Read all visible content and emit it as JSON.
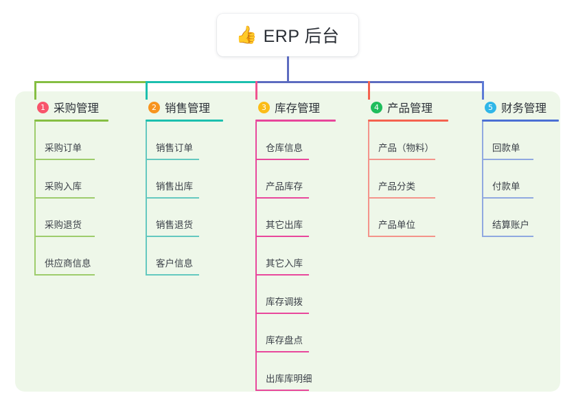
{
  "diagram": {
    "type": "mindmap",
    "background_color": "#ffffff",
    "panel_color": "#eef7e9"
  },
  "root": {
    "emoji": "👍",
    "emoji_name": "thumbs-up-emoji",
    "title": "ERP 后台",
    "connector_color": "#5c6bc0"
  },
  "bus": {
    "segments": [
      {
        "color": "#85be42"
      },
      {
        "color": "#1bbfae"
      },
      {
        "color": "#5c6bc0"
      },
      {
        "color": "#5c6bc0"
      },
      {
        "color": "#5c6bc0"
      }
    ]
  },
  "branches": [
    {
      "index": "1",
      "title": "采购管理",
      "badge_color": "#f8546b",
      "accent_color": "#85be42",
      "leaf_color": "#9dcc6b",
      "drop_color": "#85be42",
      "items": [
        {
          "label": "采购订单"
        },
        {
          "label": "采购入库"
        },
        {
          "label": "采购退货"
        },
        {
          "label": "供应商信息"
        }
      ]
    },
    {
      "index": "2",
      "title": "销售管理",
      "badge_color": "#f7941e",
      "accent_color": "#1bbfae",
      "leaf_color": "#63c8bf",
      "drop_color": "#1bbfae",
      "items": [
        {
          "label": "销售订单"
        },
        {
          "label": "销售出库"
        },
        {
          "label": "销售退货"
        },
        {
          "label": "客户信息"
        }
      ]
    },
    {
      "index": "3",
      "title": "库存管理",
      "badge_color": "#fbbc17",
      "accent_color": "#e8469b",
      "leaf_color": "#e8469b",
      "drop_color": "#f0538f",
      "items": [
        {
          "label": "仓库信息"
        },
        {
          "label": "产品库存"
        },
        {
          "label": "其它出库"
        },
        {
          "label": "其它入库"
        },
        {
          "label": "库存调拨"
        },
        {
          "label": "库存盘点"
        },
        {
          "label": "出库库明细"
        }
      ]
    },
    {
      "index": "4",
      "title": "产品管理",
      "badge_color": "#1fbd5c",
      "accent_color": "#f4624f",
      "leaf_color": "#f4938a",
      "drop_color": "#f4624f",
      "items": [
        {
          "label": "产品（物料）"
        },
        {
          "label": "产品分类"
        },
        {
          "label": "产品单位"
        }
      ]
    },
    {
      "index": "5",
      "title": "财务管理",
      "badge_color": "#2fb6e8",
      "accent_color": "#4a6fd4",
      "leaf_color": "#8fa8e0",
      "drop_color": "#5c7ad6",
      "items": [
        {
          "label": "回款单"
        },
        {
          "label": "付款单"
        },
        {
          "label": "结算账户"
        }
      ]
    }
  ]
}
